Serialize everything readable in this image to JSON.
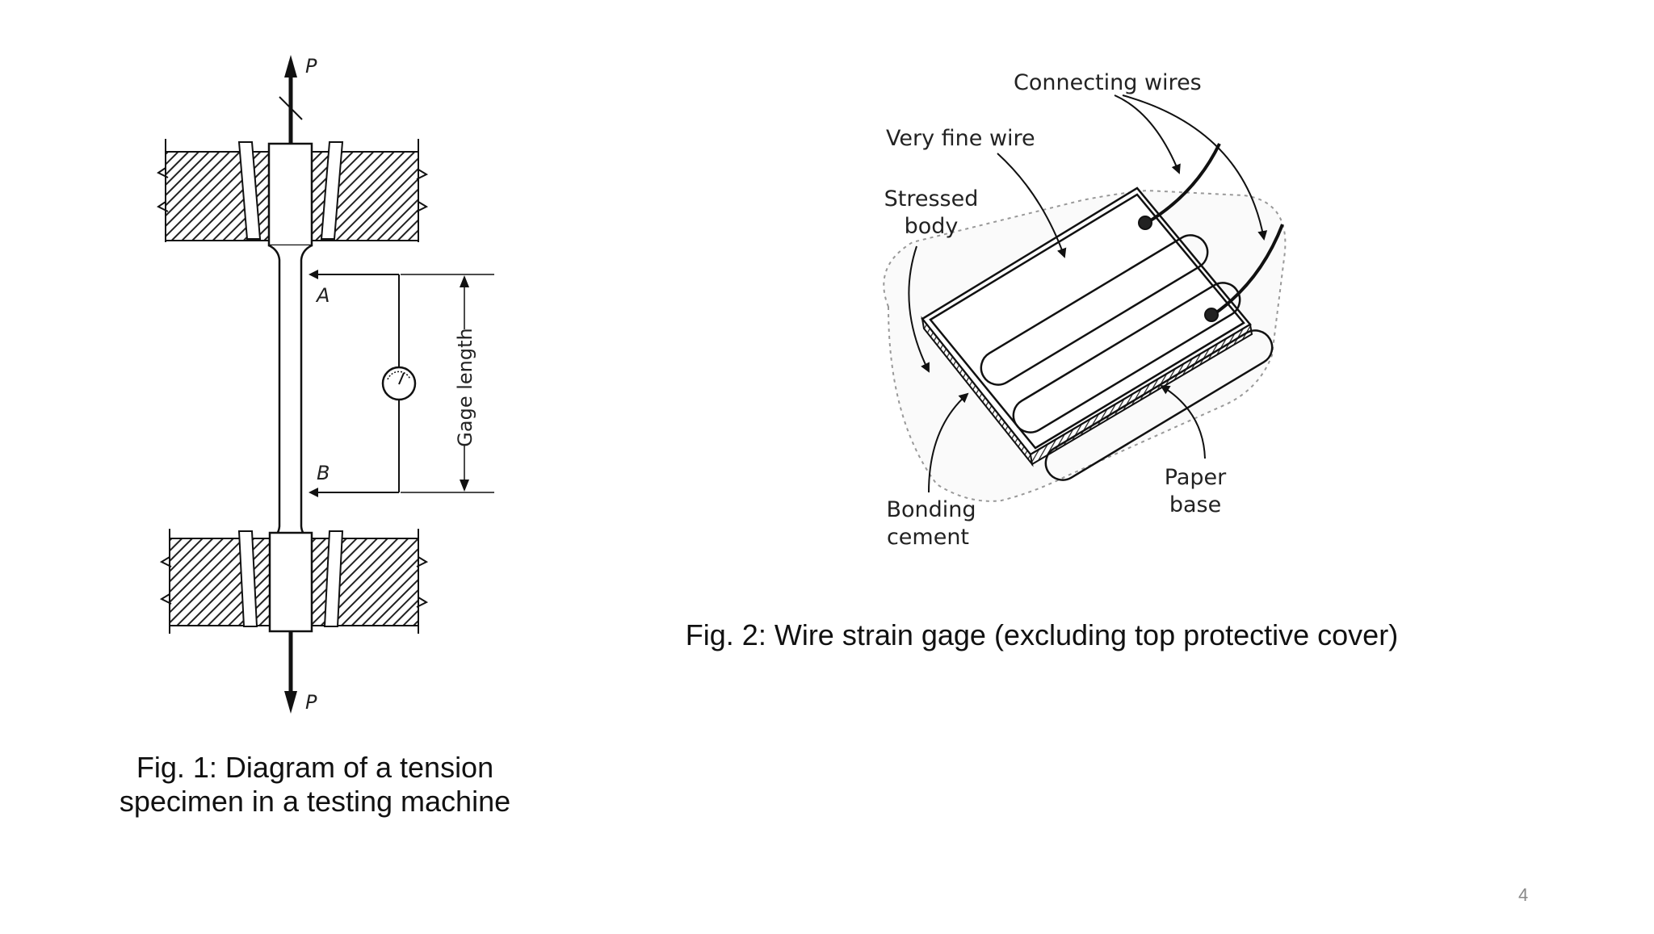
{
  "slide": {
    "page_number": "4"
  },
  "figure1": {
    "caption_line1": "Fig. 1: Diagram of a tension",
    "caption_line2": "specimen in a testing machine",
    "labels": {
      "load_top": "P",
      "load_bottom": "P",
      "point_a": "A",
      "point_b": "B",
      "gage_length": "Gage length"
    }
  },
  "figure2": {
    "caption": "Fig. 2: Wire strain gage (excluding top protective cover)",
    "labels": {
      "connecting_wires": "Connecting wires",
      "very_fine_wire": "Very fine wire",
      "stressed_body_1": "Stressed",
      "stressed_body_2": "body",
      "bonding_cement_1": "Bonding",
      "bonding_cement_2": "cement",
      "paper_base_1": "Paper",
      "paper_base_2": "base"
    }
  }
}
